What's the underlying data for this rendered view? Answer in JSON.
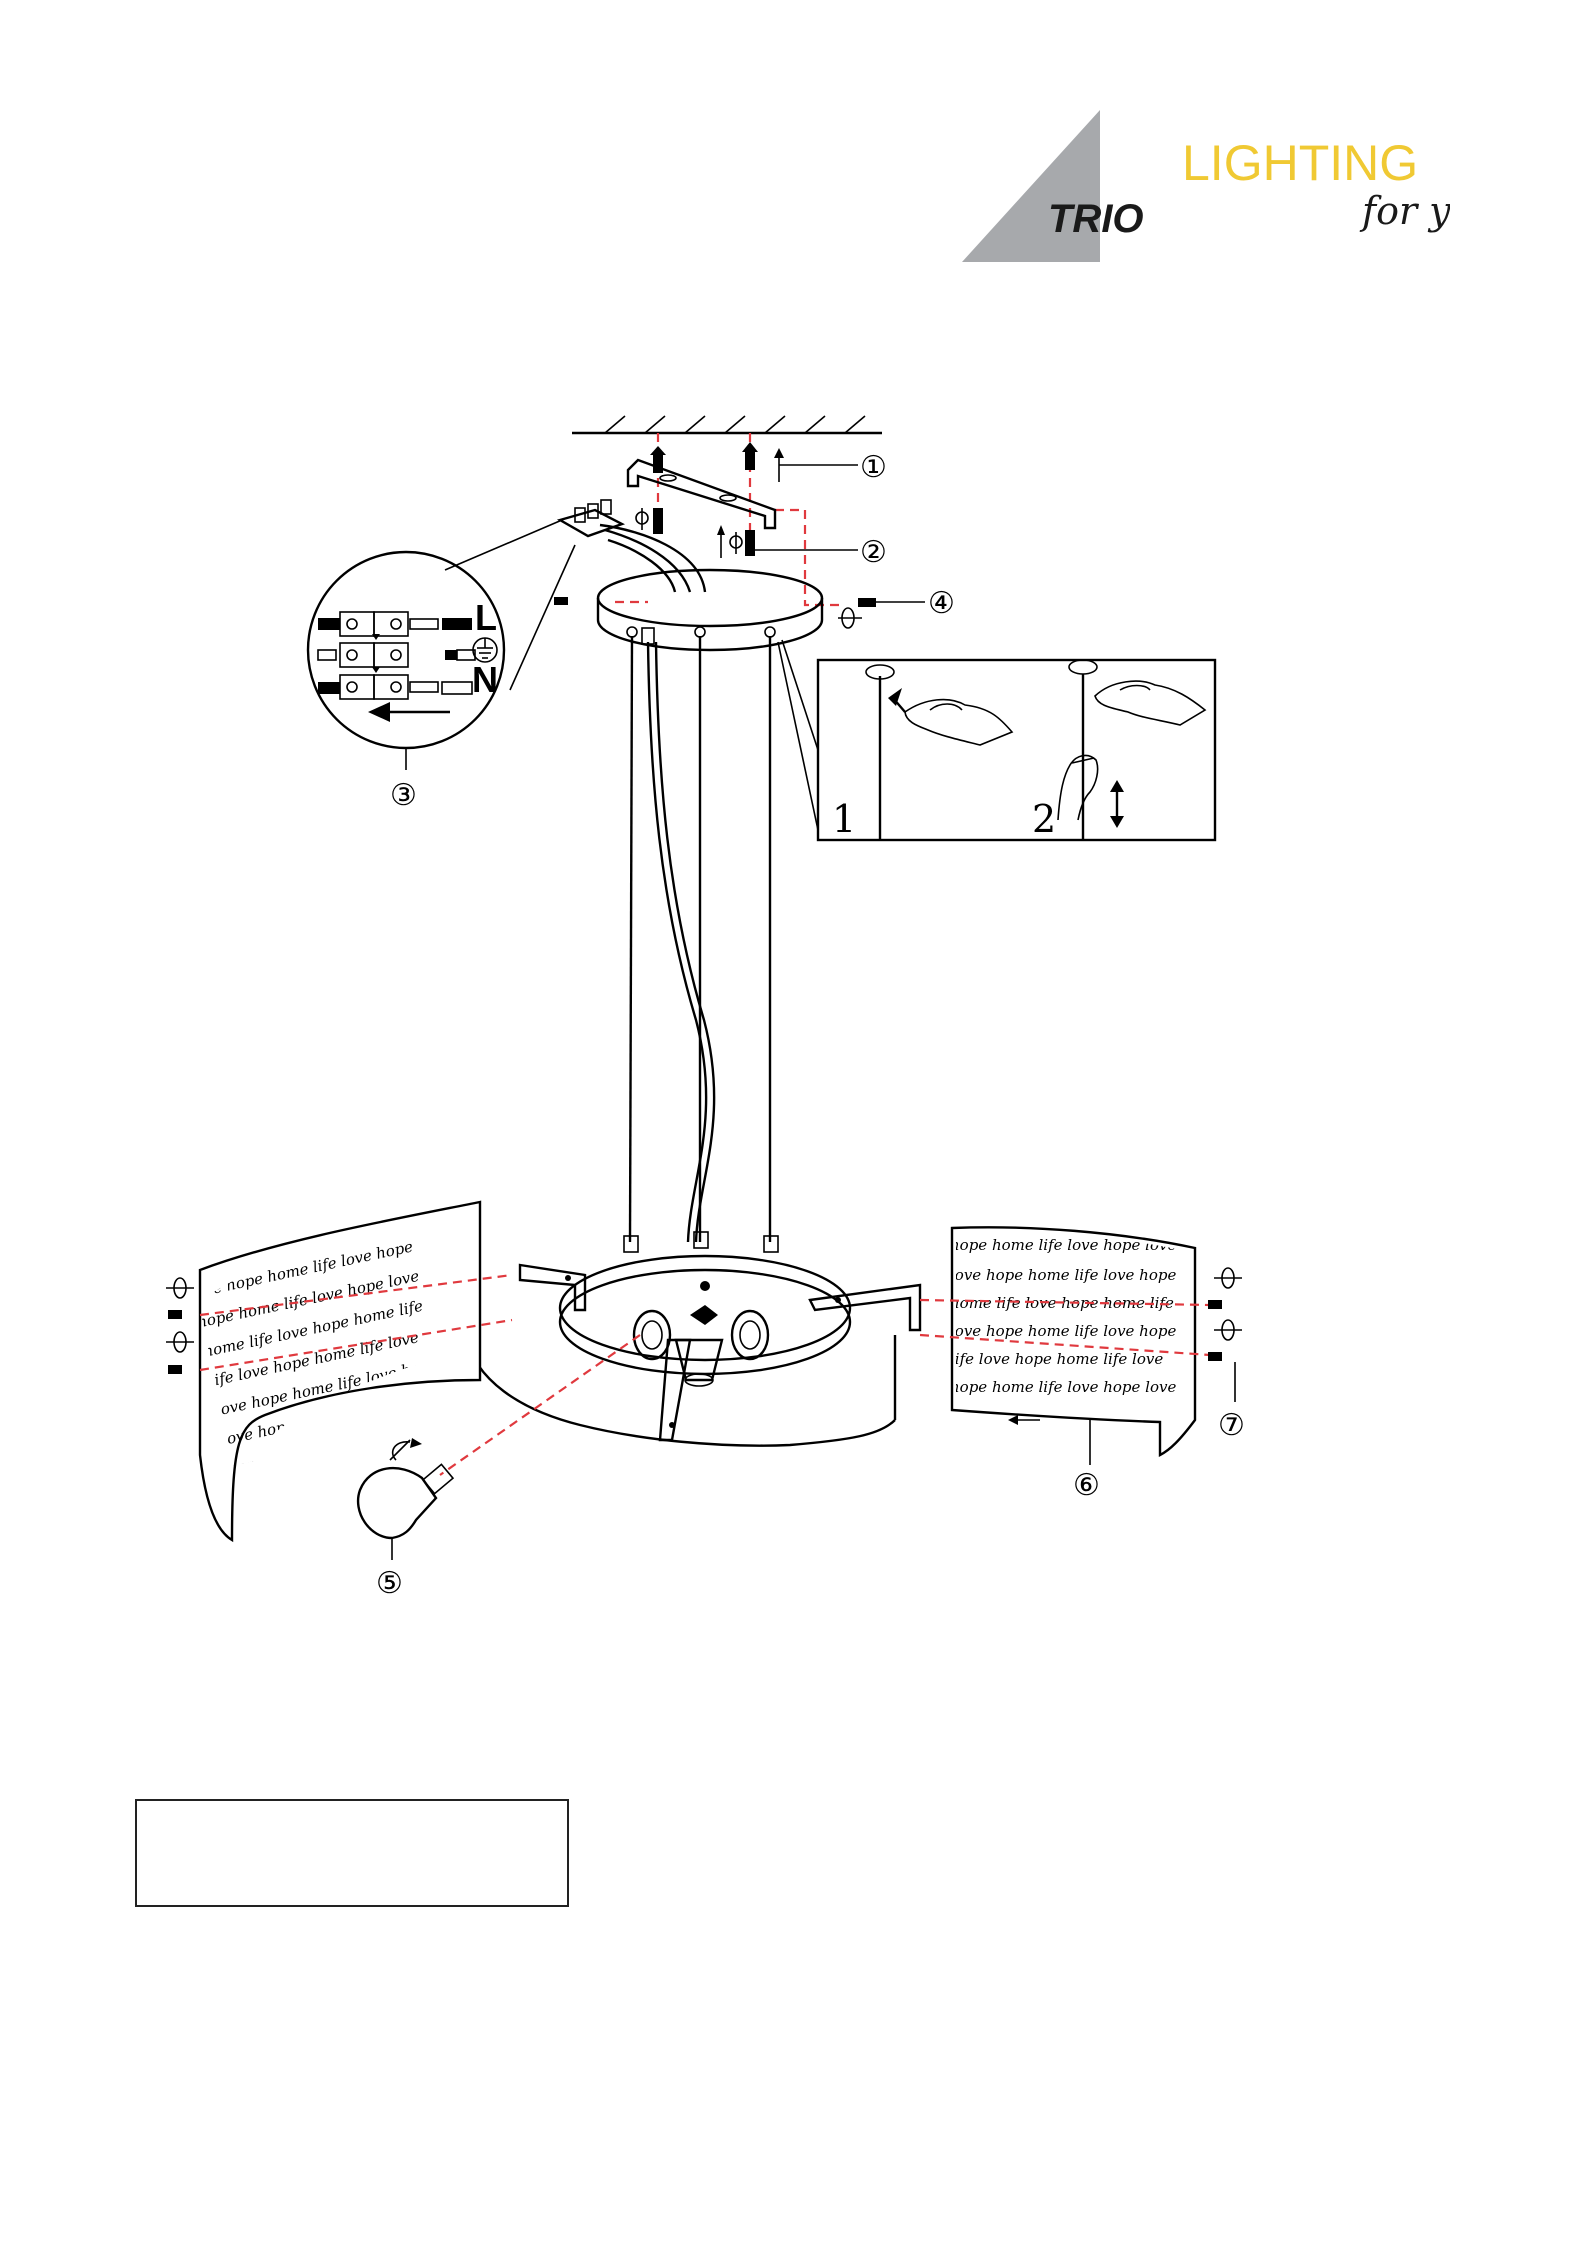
{
  "brand": {
    "mark": "TRIO",
    "tagline_main": "LIGHTING",
    "tagline_sub": "for you",
    "colors": {
      "triangle": "#a7a9ac",
      "tagline": "#f0c933",
      "mark": "#1a1a1a"
    }
  },
  "callouts": {
    "c1": "①",
    "c2": "②",
    "c3": "③",
    "c4": "④",
    "c5": "⑤",
    "c6": "⑥",
    "c7": "⑦"
  },
  "wiring": {
    "live": "L",
    "neutral": "N",
    "earth_icon": "earth-ground-icon"
  },
  "adjust_steps": {
    "step1": "1",
    "step2": "2"
  },
  "shade_pattern": {
    "words": [
      "love",
      "hope",
      "home",
      "life"
    ],
    "lines": [
      "love hope home life love hope",
      "hope home life love hope love",
      "home life love hope home life",
      "life love hope home life love",
      "love hope home life love hope"
    ]
  },
  "note_box": {
    "text": ""
  },
  "colors": {
    "guide_line": "#e0393e",
    "stroke": "#000000"
  }
}
